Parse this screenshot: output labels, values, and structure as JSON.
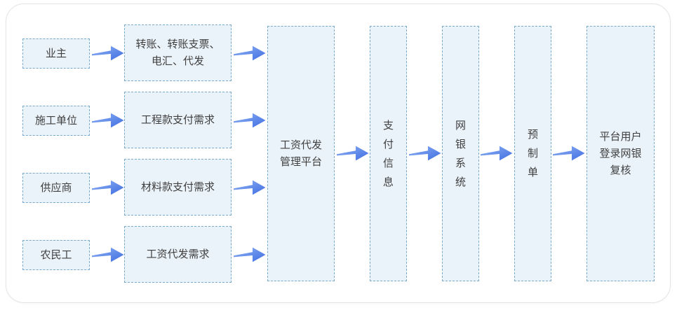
{
  "colors": {
    "background": "#ffffff",
    "card_border": "#e4e4e4",
    "box_fill": "#ebf3fa",
    "box_border": "#7aa9c9",
    "text": "#3f3f3f",
    "arrow_gradient_start": "#8fb2f3",
    "arrow_gradient_end": "#3f6de2"
  },
  "nodes": {
    "sources": [
      {
        "label": "业主"
      },
      {
        "label": "施工单位"
      },
      {
        "label": "供应商"
      },
      {
        "label": "农民工"
      }
    ],
    "demands": [
      {
        "label": "转账、转账支票、\n电汇、代发"
      },
      {
        "label": "工程款支付需求"
      },
      {
        "label": "材料款支付需求"
      },
      {
        "label": "工资代发需求"
      }
    ],
    "platform": {
      "label": "工资代发\n管理平台"
    },
    "payment_info": {
      "label": "支\n付\n信\n息"
    },
    "ebank_system": {
      "label": "网\n银\n系\n统"
    },
    "preorder": {
      "label": "预\n制\n单"
    },
    "review": {
      "label": "平台用户\n登录网银\n复核"
    }
  }
}
